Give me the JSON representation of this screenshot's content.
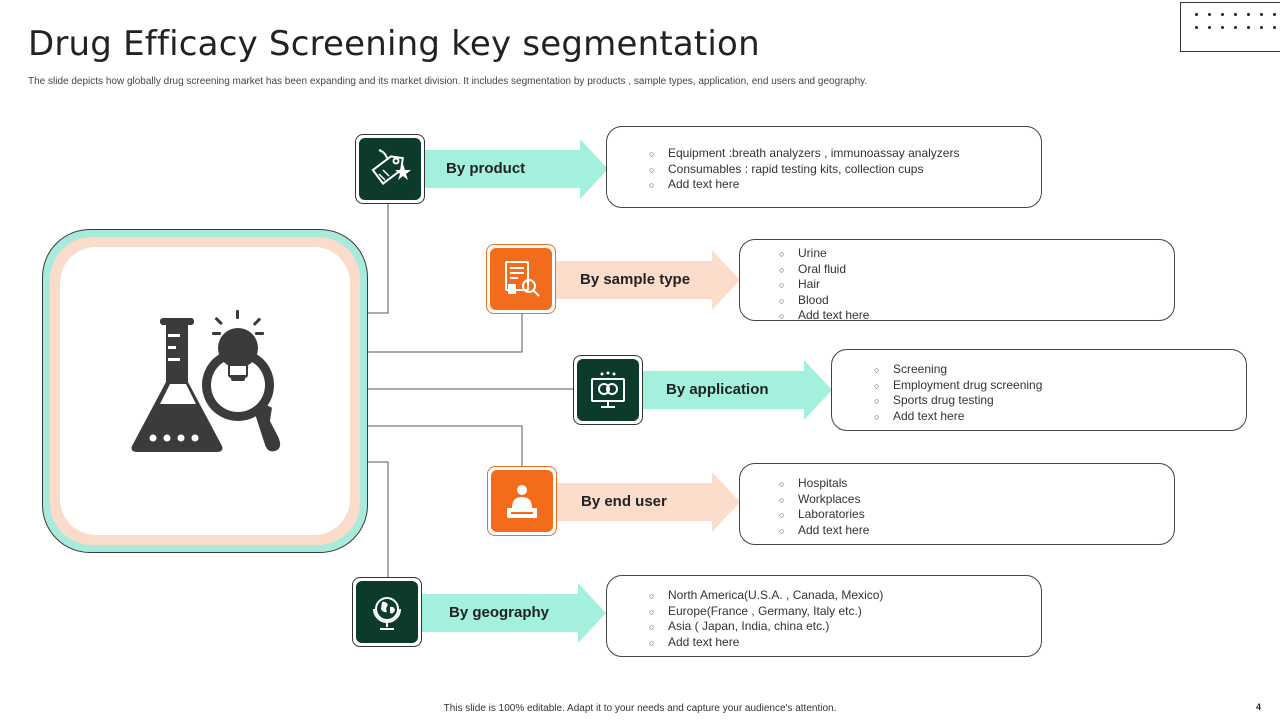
{
  "title": "Drug Efficacy Screening key segmentation",
  "subtitle": "The slide depicts how globally drug screening market has been expanding and its market division. It includes segmentation by products , sample types, application, end users and geography.",
  "segments": [
    {
      "label": "By product",
      "color": "#a3f0df",
      "tile": "green",
      "icon": "price-tag-star-icon",
      "items": [
        "Equipment :breath analyzers ,  immunoassay analyzers",
        "Consumables : rapid testing kits, collection cups",
        "Add text here"
      ]
    },
    {
      "label": "By sample type",
      "color": "#fcdcca",
      "tile": "orange",
      "icon": "lab-report-icon",
      "items": [
        "Urine",
        "Oral fluid",
        "Hair",
        "Blood",
        "Add text here"
      ]
    },
    {
      "label": "By application",
      "color": "#a3f0df",
      "tile": "green",
      "icon": "brain-monitor-icon",
      "items": [
        "Screening",
        "Employment drug screening",
        "Sports drug testing",
        "Add text here"
      ]
    },
    {
      "label": "By end user",
      "color": "#fcdcca",
      "tile": "orange",
      "icon": "person-desk-icon",
      "items": [
        "Hospitals",
        "Workplaces",
        "Laboratories",
        "Add text here"
      ]
    },
    {
      "label": "By geography",
      "color": "#a3f0df",
      "tile": "green",
      "icon": "globe-icon",
      "items": [
        "North America(U.S.A. , Canada, Mexico)",
        "Europe(France , Germany, Italy etc.)",
        "Asia ( Japan, India, china etc.)",
        "Add text here"
      ]
    }
  ],
  "center_icon": "flask-lightbulb-magnifier-icon",
  "footer": "This slide is 100% editable. Adapt it to your needs and capture your audience's attention.",
  "page_number": "4"
}
